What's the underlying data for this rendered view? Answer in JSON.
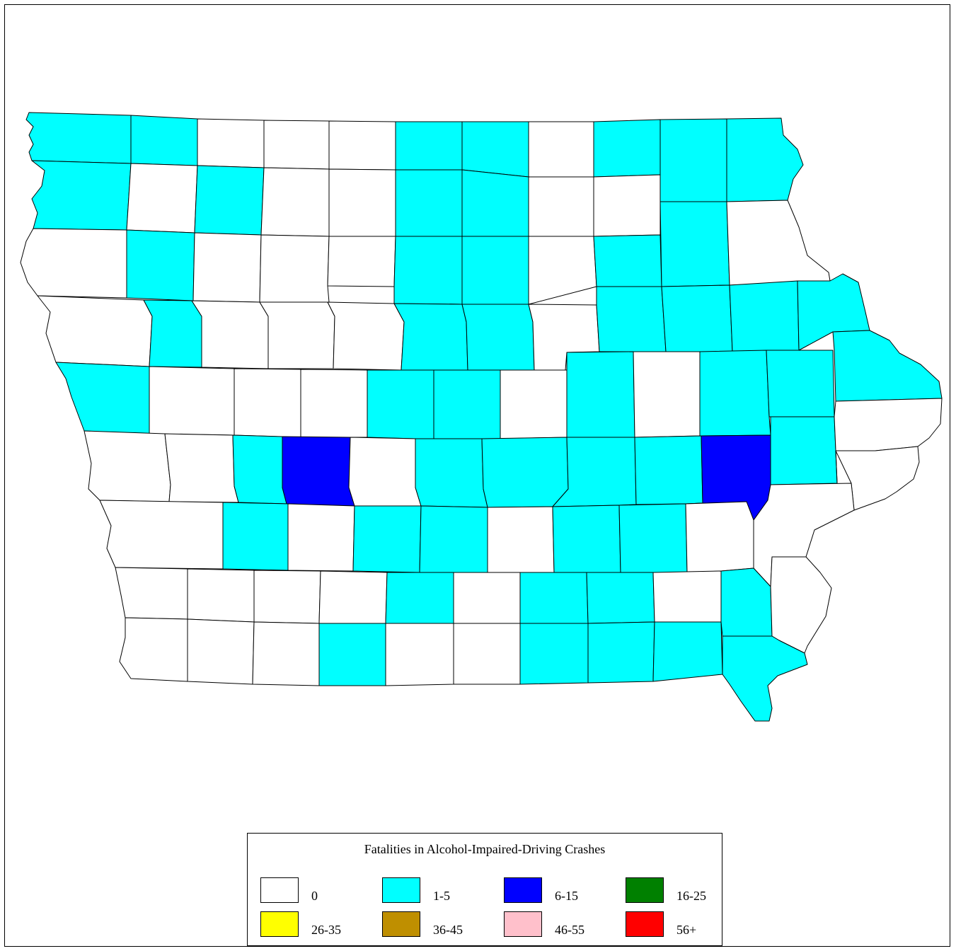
{
  "colors": {
    "class_0": "#ffffff",
    "class_1_5": "#00ffff",
    "class_6_15": "#0000ff",
    "class_16_25": "#008000",
    "class_26_35": "#ffff00",
    "class_36_45": "#bf8f00",
    "class_46_55": "#ffc0cb",
    "class_56_plus": "#ff0000",
    "border": "#000000"
  },
  "map": {
    "region_shape": "iowa-counties",
    "counties": [
      {
        "id": 0,
        "fill": "#00ffff"
      },
      {
        "id": 1,
        "fill": "#00ffff"
      },
      {
        "id": 2,
        "fill": "#ffffff"
      },
      {
        "id": 3,
        "fill": "#ffffff"
      },
      {
        "id": 4,
        "fill": "#ffffff"
      },
      {
        "id": 5,
        "fill": "#00ffff"
      },
      {
        "id": 6,
        "fill": "#00ffff"
      },
      {
        "id": 7,
        "fill": "#ffffff"
      },
      {
        "id": 8,
        "fill": "#00ffff"
      },
      {
        "id": 9,
        "fill": "#00ffff"
      },
      {
        "id": 10,
        "fill": "#00ffff"
      },
      {
        "id": 11,
        "fill": "#00ffff"
      },
      {
        "id": 12,
        "fill": "#ffffff"
      },
      {
        "id": 13,
        "fill": "#00ffff"
      },
      {
        "id": 14,
        "fill": "#ffffff"
      },
      {
        "id": 15,
        "fill": "#ffffff"
      },
      {
        "id": 16,
        "fill": "#00ffff"
      },
      {
        "id": 17,
        "fill": "#00ffff"
      },
      {
        "id": 18,
        "fill": "#ffffff"
      },
      {
        "id": 19,
        "fill": "#ffffff"
      },
      {
        "id": 20,
        "fill": "#ffffff"
      },
      {
        "id": 21,
        "fill": "#00ffff"
      },
      {
        "id": 22,
        "fill": "#ffffff"
      },
      {
        "id": 23,
        "fill": "#ffffff"
      },
      {
        "id": 24,
        "fill": "#ffffff"
      },
      {
        "id": 25,
        "fill": "#00ffff"
      },
      {
        "id": 26,
        "fill": "#00ffff"
      },
      {
        "id": 27,
        "fill": "#ffffff"
      },
      {
        "id": 28,
        "fill": "#00ffff"
      },
      {
        "id": 29,
        "fill": "#00ffff"
      },
      {
        "id": 30,
        "fill": "#ffffff"
      },
      {
        "id": 31,
        "fill": "#ffffff"
      },
      {
        "id": 32,
        "fill": "#00ffff"
      },
      {
        "id": 33,
        "fill": "#ffffff"
      },
      {
        "id": 34,
        "fill": "#ffffff"
      },
      {
        "id": 35,
        "fill": "#ffffff"
      },
      {
        "id": 36,
        "fill": "#00ffff"
      },
      {
        "id": 37,
        "fill": "#00ffff"
      },
      {
        "id": 38,
        "fill": "#ffffff"
      },
      {
        "id": 39,
        "fill": "#00ffff"
      },
      {
        "id": 40,
        "fill": "#00ffff"
      },
      {
        "id": 41,
        "fill": "#00ffff"
      },
      {
        "id": 42,
        "fill": "#00ffff"
      },
      {
        "id": 43,
        "fill": "#00ffff"
      },
      {
        "id": 44,
        "fill": "#ffffff"
      },
      {
        "id": 45,
        "fill": "#ffffff"
      },
      {
        "id": 46,
        "fill": "#ffffff"
      },
      {
        "id": 47,
        "fill": "#00ffff"
      },
      {
        "id": 48,
        "fill": "#00ffff"
      },
      {
        "id": 49,
        "fill": "#ffffff"
      },
      {
        "id": 50,
        "fill": "#00ffff"
      },
      {
        "id": 51,
        "fill": "#ffffff"
      },
      {
        "id": 52,
        "fill": "#00ffff"
      },
      {
        "id": 53,
        "fill": "#00ffff"
      },
      {
        "id": 54,
        "fill": "#00ffff"
      },
      {
        "id": 55,
        "fill": "#ffffff"
      },
      {
        "id": 56,
        "fill": "#ffffff"
      },
      {
        "id": 57,
        "fill": "#00ffff"
      },
      {
        "id": 58,
        "fill": "#0000ff"
      },
      {
        "id": 59,
        "fill": "#ffffff"
      },
      {
        "id": 60,
        "fill": "#00ffff"
      },
      {
        "id": 61,
        "fill": "#00ffff"
      },
      {
        "id": 62,
        "fill": "#00ffff"
      },
      {
        "id": 63,
        "fill": "#00ffff"
      },
      {
        "id": 64,
        "fill": "#0000ff"
      },
      {
        "id": 65,
        "fill": "#00ffff"
      },
      {
        "id": 66,
        "fill": "#ffffff"
      },
      {
        "id": 67,
        "fill": "#ffffff"
      },
      {
        "id": 68,
        "fill": "#ffffff"
      },
      {
        "id": 69,
        "fill": "#00ffff"
      },
      {
        "id": 70,
        "fill": "#ffffff"
      },
      {
        "id": 71,
        "fill": "#00ffff"
      },
      {
        "id": 72,
        "fill": "#00ffff"
      },
      {
        "id": 73,
        "fill": "#ffffff"
      },
      {
        "id": 74,
        "fill": "#00ffff"
      },
      {
        "id": 75,
        "fill": "#00ffff"
      },
      {
        "id": 76,
        "fill": "#ffffff"
      },
      {
        "id": 77,
        "fill": "#ffffff"
      },
      {
        "id": 78,
        "fill": "#ffffff"
      },
      {
        "id": 79,
        "fill": "#ffffff"
      },
      {
        "id": 80,
        "fill": "#ffffff"
      },
      {
        "id": 81,
        "fill": "#ffffff"
      },
      {
        "id": 82,
        "fill": "#00ffff"
      },
      {
        "id": 83,
        "fill": "#ffffff"
      },
      {
        "id": 84,
        "fill": "#00ffff"
      },
      {
        "id": 85,
        "fill": "#00ffff"
      },
      {
        "id": 86,
        "fill": "#ffffff"
      },
      {
        "id": 87,
        "fill": "#00ffff"
      },
      {
        "id": 88,
        "fill": "#ffffff"
      },
      {
        "id": 89,
        "fill": "#ffffff"
      },
      {
        "id": 90,
        "fill": "#ffffff"
      },
      {
        "id": 91,
        "fill": "#ffffff"
      },
      {
        "id": 92,
        "fill": "#00ffff"
      },
      {
        "id": 93,
        "fill": "#ffffff"
      },
      {
        "id": 94,
        "fill": "#ffffff"
      },
      {
        "id": 95,
        "fill": "#00ffff"
      },
      {
        "id": 96,
        "fill": "#00ffff"
      },
      {
        "id": 97,
        "fill": "#00ffff"
      },
      {
        "id": 98,
        "fill": "#00ffff"
      }
    ]
  },
  "legend": {
    "title": "Fatalities in Alcohol-Impaired-Driving Crashes",
    "items": [
      {
        "label": "0",
        "color": "#ffffff"
      },
      {
        "label": "1-5",
        "color": "#00ffff"
      },
      {
        "label": "6-15",
        "color": "#0000ff"
      },
      {
        "label": "16-25",
        "color": "#008000"
      },
      {
        "label": "26-35",
        "color": "#ffff00"
      },
      {
        "label": "36-45",
        "color": "#bf8f00"
      },
      {
        "label": "46-55",
        "color": "#ffc0cb"
      },
      {
        "label": "56+",
        "color": "#ff0000"
      }
    ]
  }
}
